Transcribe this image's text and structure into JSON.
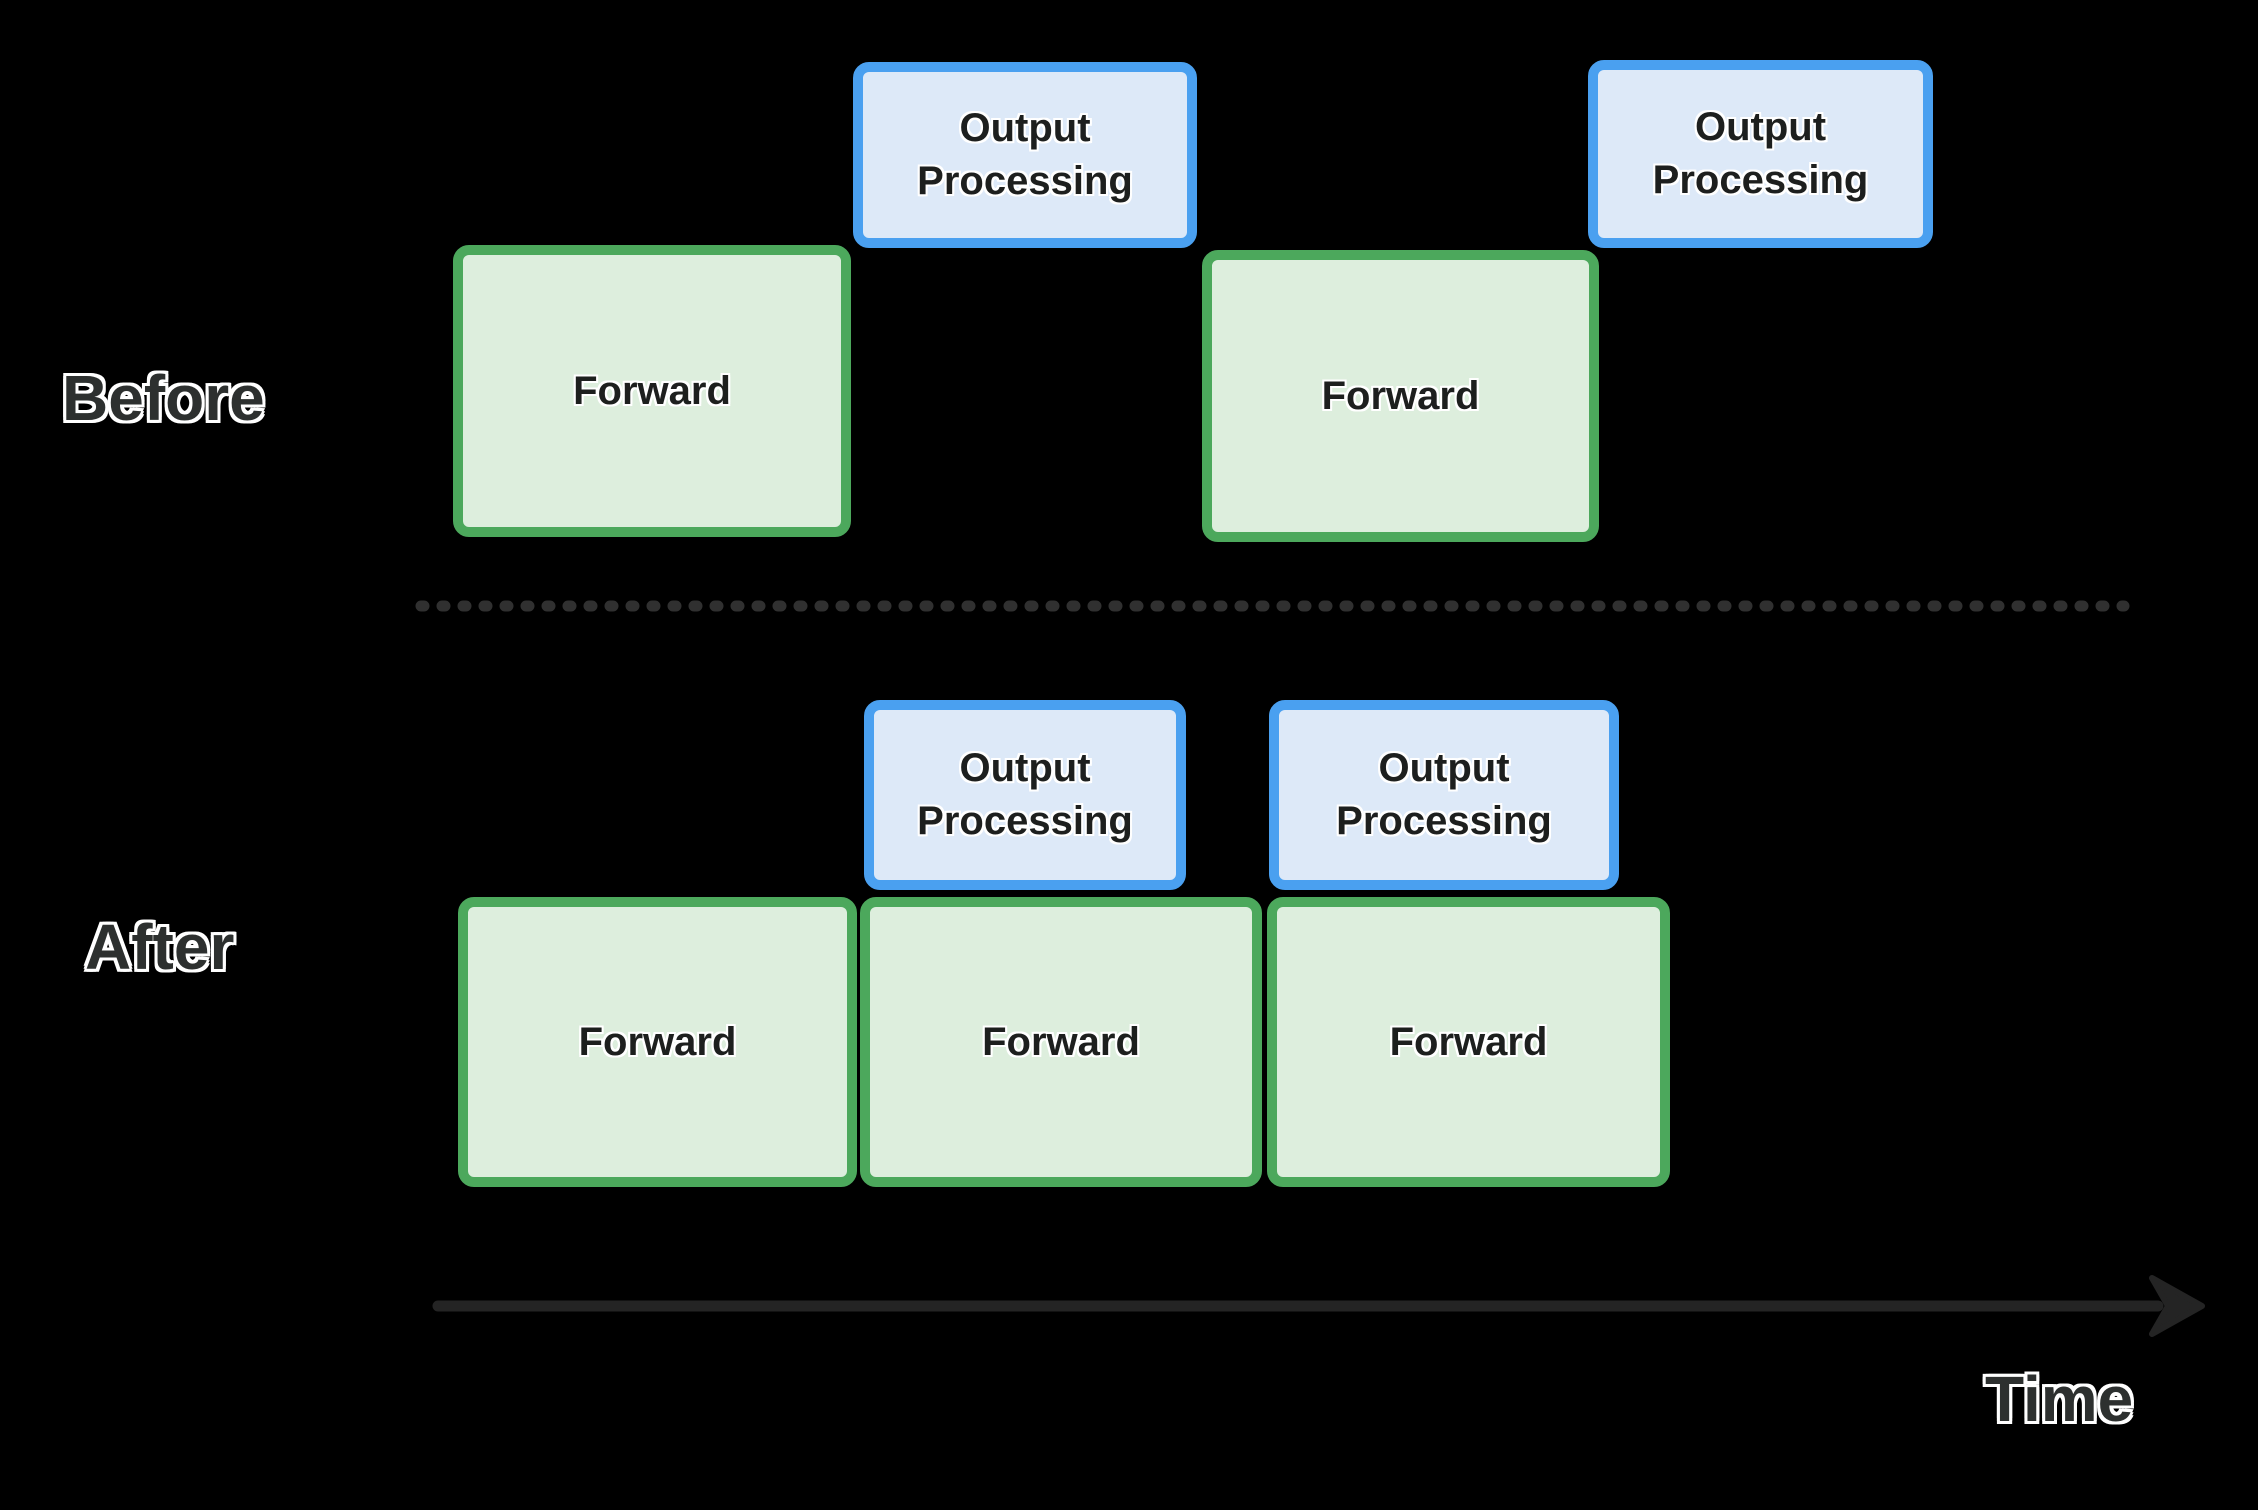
{
  "rows": {
    "before": {
      "label": "Before",
      "blocks": [
        {
          "type": "forward",
          "label": "Forward"
        },
        {
          "type": "output",
          "label": "Output\nProcessing"
        },
        {
          "type": "forward",
          "label": "Forward"
        },
        {
          "type": "output",
          "label": "Output\nProcessing"
        }
      ]
    },
    "after": {
      "label": "After",
      "blocks": [
        {
          "type": "output",
          "label": "Output\nProcessing"
        },
        {
          "type": "output",
          "label": "Output\nProcessing"
        },
        {
          "type": "forward",
          "label": "Forward"
        },
        {
          "type": "forward",
          "label": "Forward"
        },
        {
          "type": "forward",
          "label": "Forward"
        }
      ]
    }
  },
  "timeline": {
    "label": "Time"
  },
  "colors": {
    "forward_fill": "#ddeedd",
    "forward_border": "#4ca85c",
    "output_fill": "#dde9f8",
    "output_border": "#4aa0f0",
    "block_text": "#1d1f1e",
    "label_fill": "#2d302f",
    "divider": "#303030",
    "arrow": "#242424"
  }
}
